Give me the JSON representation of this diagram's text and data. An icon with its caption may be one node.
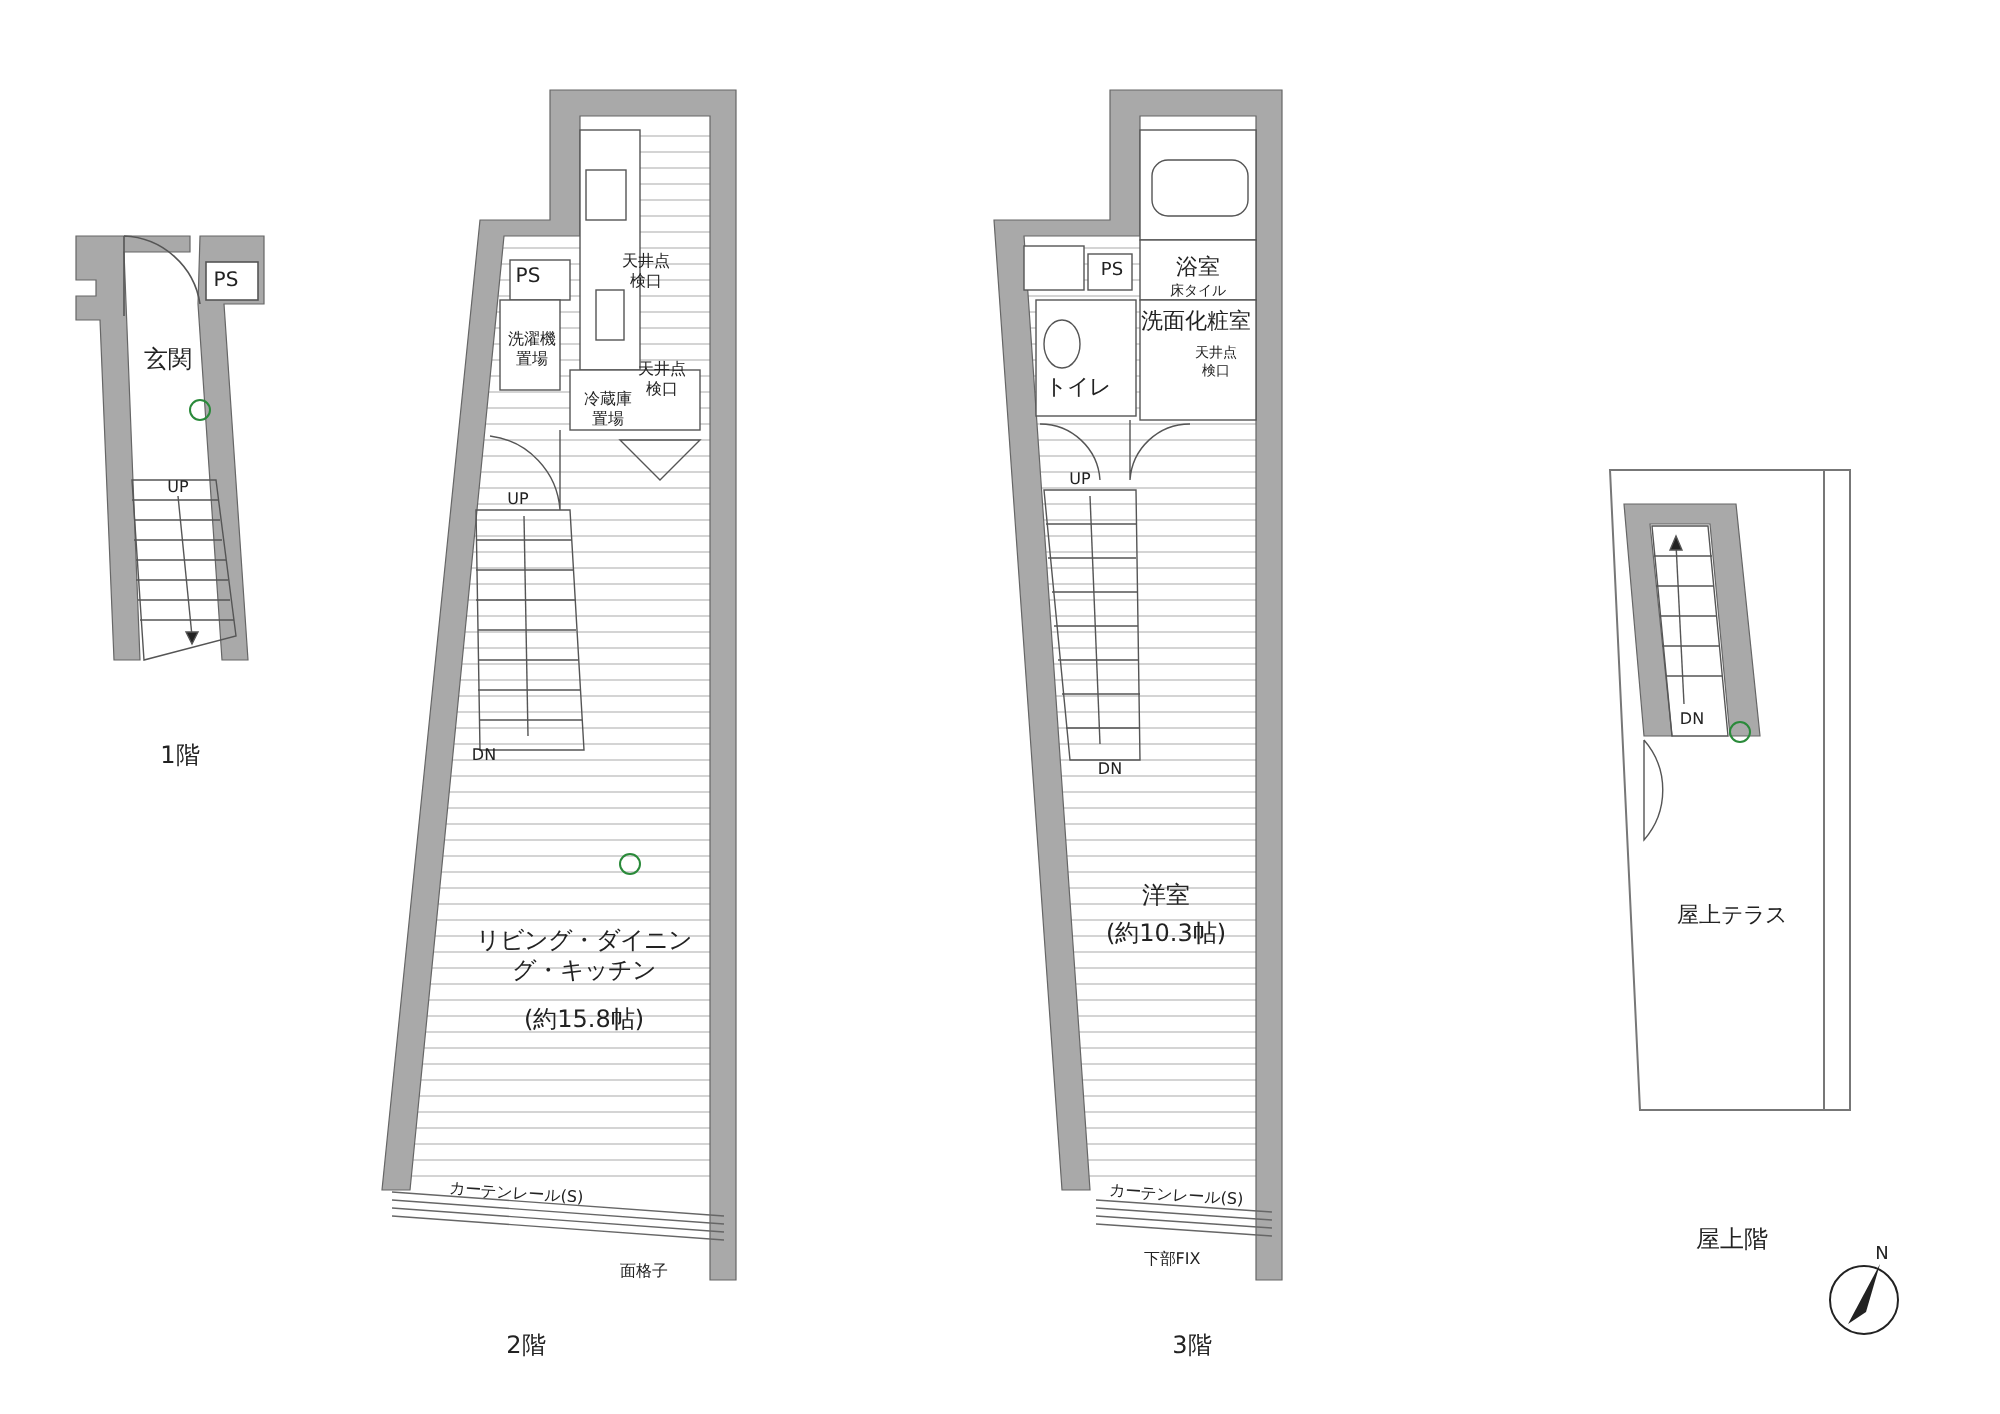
{
  "diagram": {
    "labels": [
      "PS",
      "玄関",
      "UP",
      "1階",
      "PS",
      "天井点検口",
      "洗濯機置場",
      "天井点検口",
      "冷蔵庫置場",
      "UP",
      "DN",
      "リビング・ダイニング・キッチン",
      "(約15.8帖)",
      "カーテンレール(S)",
      "面格子",
      "2階",
      "PS",
      "浴室",
      "床タイル",
      "洗面化粧室",
      "天井点検口",
      "トイレ",
      "UP",
      "DN",
      "洋室",
      "(約10.3帖)",
      "カーテンレール(S)",
      "下部FIX",
      "3階",
      "DN",
      "屋上テラス",
      "屋上階",
      "N"
    ]
  }
}
